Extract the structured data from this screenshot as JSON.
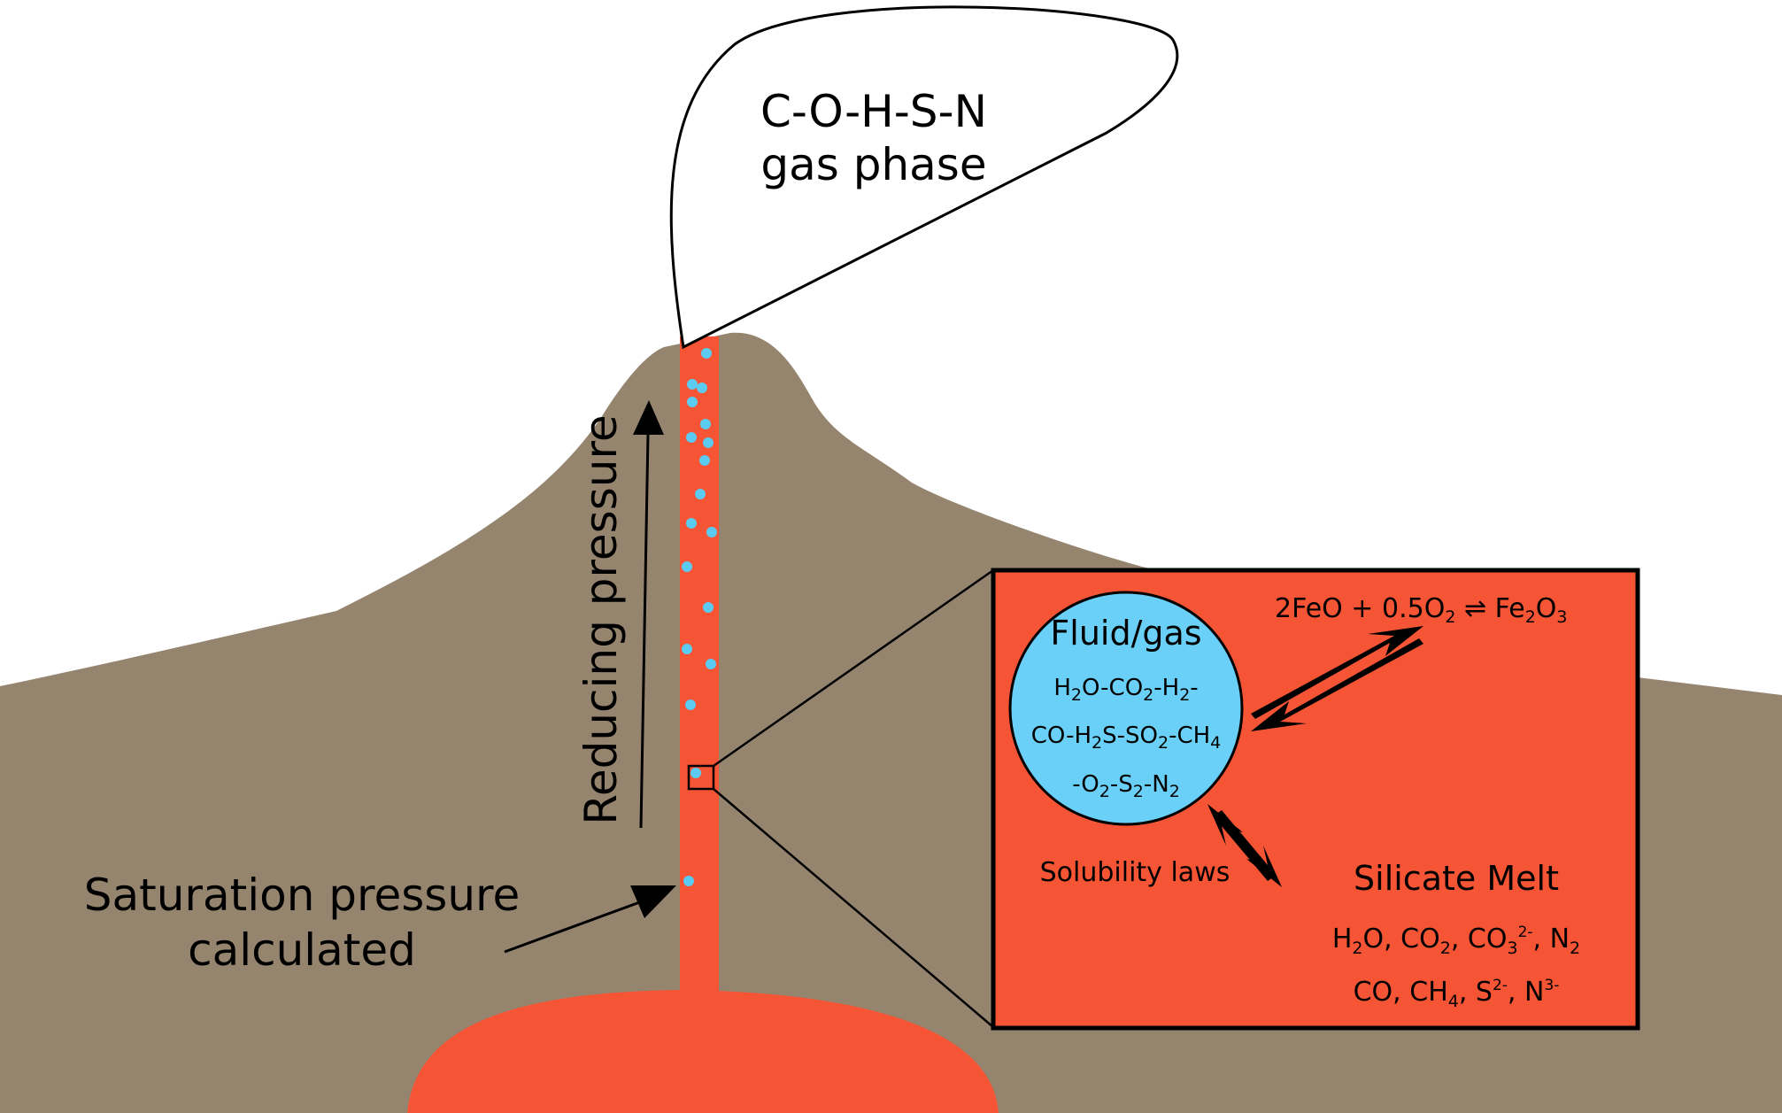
{
  "gas_cloud": {
    "line1": "C-O-H-S-N",
    "line2": "gas phase"
  },
  "arrow_label": "Reducing pressure",
  "saturation": {
    "line1": "Saturation pressure",
    "line2": "calculated"
  },
  "fluid": {
    "title": "Fluid/gas",
    "species_line1": [
      [
        "H",
        "2",
        "O-CO"
      ],
      [
        "",
        "2",
        "-H"
      ],
      [
        "",
        "2",
        "-"
      ]
    ],
    "species_line2": [
      [
        "CO-H",
        "2",
        "S-SO"
      ],
      [
        "",
        "2",
        "-CH"
      ],
      [
        "",
        "4",
        ""
      ]
    ],
    "species_line3": [
      [
        "-O",
        "2",
        "-S"
      ],
      [
        "",
        "2",
        "-N"
      ],
      [
        "",
        "2",
        ""
      ]
    ]
  },
  "reaction": {
    "parts": [
      [
        "2FeO + 0.5O",
        ""
      ],
      [
        "2",
        ""
      ],
      [
        " ⇌ Fe",
        ""
      ],
      [
        "2",
        ""
      ],
      [
        "O",
        ""
      ],
      [
        "3",
        ""
      ]
    ]
  },
  "solubility_label": "Solubility laws",
  "melt": {
    "title": "Silicate Melt",
    "line1": "H2O, CO2, CO3 2-, N2",
    "line2": "CO, CH4, S 2-, N 3-"
  },
  "colors": {
    "rock": "#95856f",
    "magma": "#f55535",
    "bubble": "#5ccbf2",
    "fluid_circle": "#6ad0f7"
  }
}
